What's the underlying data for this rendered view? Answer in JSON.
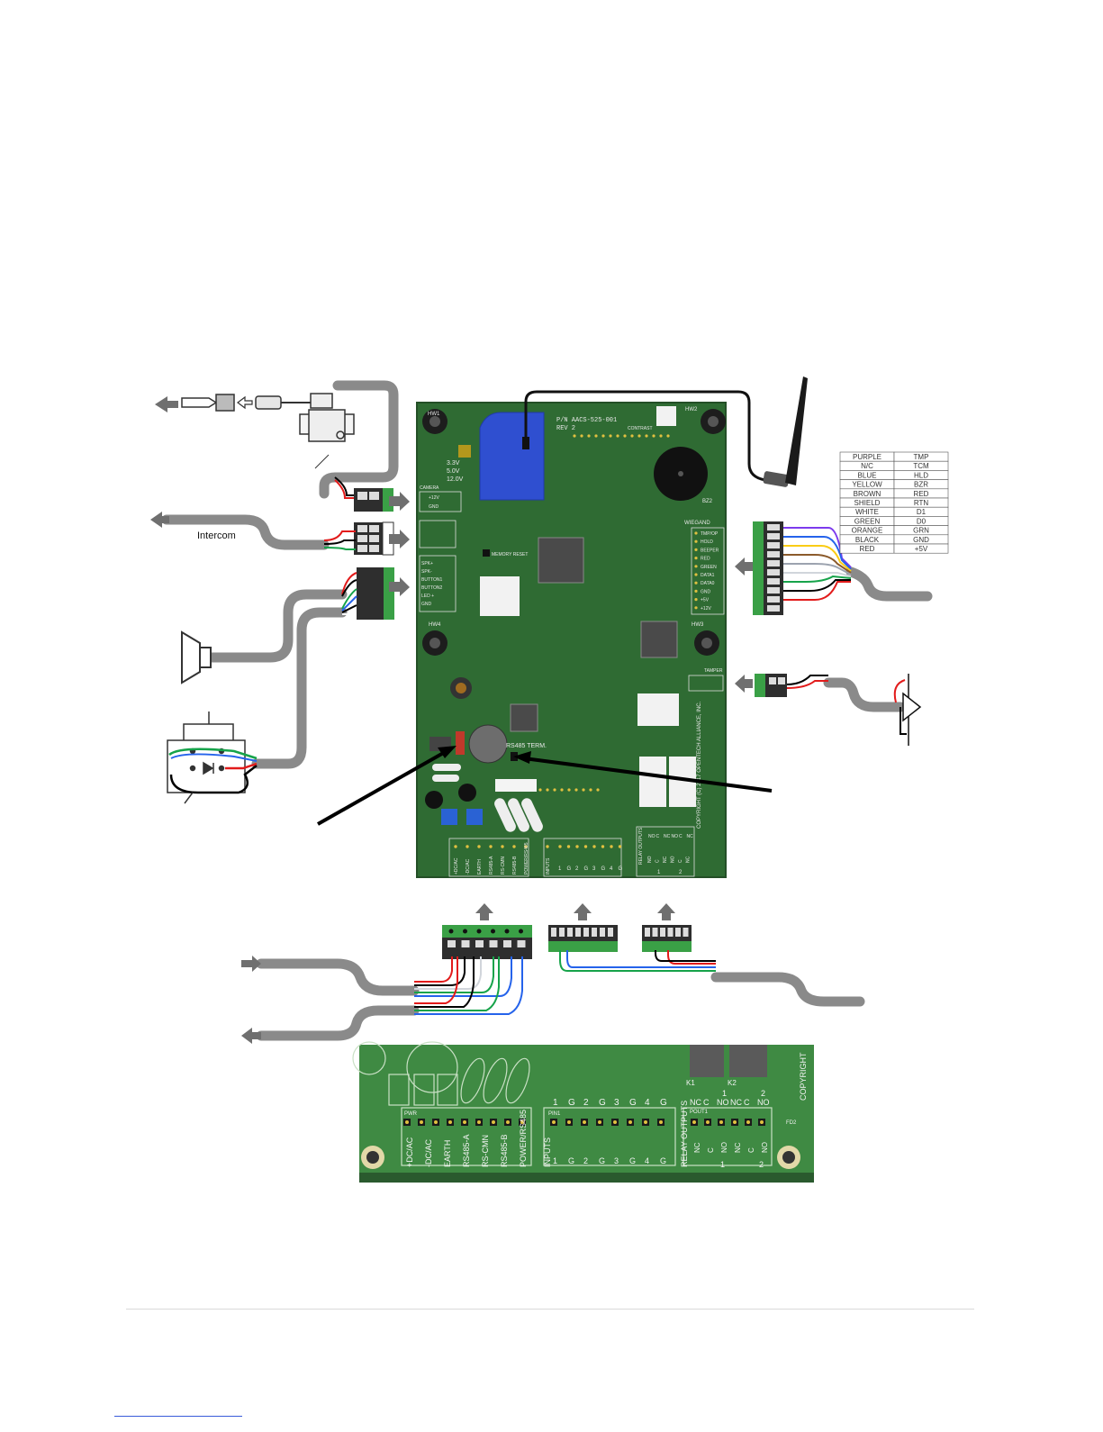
{
  "labels": {
    "intercom": "Intercom"
  },
  "board": {
    "part_number": "P/N AACS-525-001",
    "revision": "REV 2",
    "contrast": "CONTRAST",
    "voltages": [
      "3.3V",
      "5.0V",
      "12.0V"
    ],
    "camera_header": "CAMERA",
    "camera_pins": [
      "+12V",
      "GND"
    ],
    "speaker_pins": [
      "SPK+",
      "SPK-",
      "BUTTON1",
      "BUTTON2",
      "LED +",
      "GND"
    ],
    "memory_reset": "MEMORY RESET",
    "wiegand_header": "WIEGAND",
    "wiegand_pins": [
      "TMP/OP",
      "HOLD",
      "BEEPER",
      "RED",
      "GREEN",
      "DATA1",
      "DATA0",
      "GND",
      "+5V",
      "+12V"
    ],
    "tamper_header": "TAMPER",
    "rs485_term": "RS485 TERM.",
    "buzzer": "BZ2",
    "copyright": "COPYRIGHT (C) 2017 OPENTECH ALLIANCE, INC.",
    "power_pins": [
      "+DC/AC",
      "-DC/AC",
      "EARTH",
      "RS485-A",
      "RS-CMN",
      "RS485-B"
    ],
    "power_label": "POWER/RS485",
    "inputs_label": "INPUTS",
    "inputs_pins": [
      "1",
      "G",
      "2",
      "G",
      "3",
      "G",
      "4",
      "G"
    ],
    "relay_label": "RELAY OUTPUTS",
    "relay_pins": [
      "NO",
      "C",
      "NC",
      "NO",
      "C",
      "NC"
    ],
    "relay_nums": [
      "1",
      "2"
    ],
    "mount_labels": [
      "HW1",
      "HW2",
      "HW3",
      "HW4"
    ]
  },
  "wiegand_table": [
    [
      "PURPLE",
      "TMP"
    ],
    [
      "N/C",
      "TCM"
    ],
    [
      "BLUE",
      "HLD"
    ],
    [
      "YELLOW",
      "BZR"
    ],
    [
      "BROWN",
      "RED"
    ],
    [
      "SHIELD",
      "RTN"
    ],
    [
      "WHITE",
      "D1"
    ],
    [
      "GREEN",
      "D0"
    ],
    [
      "ORANGE",
      "GRN"
    ],
    [
      "BLACK",
      "GND"
    ],
    [
      "RED",
      "+5V"
    ]
  ],
  "zoom": {
    "power_header": "PWR",
    "power_pins": [
      "+DC/AC",
      "-DC/AC",
      "EARTH",
      "RS485-A",
      "RS-CMN",
      "RS485-B"
    ],
    "power_label": "POWER/RS485",
    "inputs_header": "PIN1",
    "inputs_top": [
      "1",
      "G",
      "2",
      "G",
      "3",
      "G",
      "4",
      "G"
    ],
    "inputs_bottom": [
      "1",
      "G",
      "2",
      "G",
      "3",
      "G",
      "4",
      "G"
    ],
    "inputs_label": "INPUTS",
    "relay_header": "POUT1",
    "relay_top": [
      "NC",
      "C",
      "NO",
      "NC",
      "C",
      "NO"
    ],
    "relay_bottom": [
      "NC",
      "C",
      "NO",
      "NC",
      "C",
      "NO"
    ],
    "relay_nums_top": [
      "1",
      "2"
    ],
    "relay_nums_bottom": [
      "1",
      "2"
    ],
    "relay_label": "RELAY OUTPUTS",
    "relay_coils": [
      "K1",
      "K2"
    ],
    "copyright": "COPYRIGHT",
    "fd": "FD2"
  },
  "colors": {
    "pcb": "#2f6b33",
    "pcb_light": "#3f8a43",
    "cable": "#8a8a8a",
    "terminal": "#3aa046",
    "wifi_module": "#2f4fd0"
  }
}
